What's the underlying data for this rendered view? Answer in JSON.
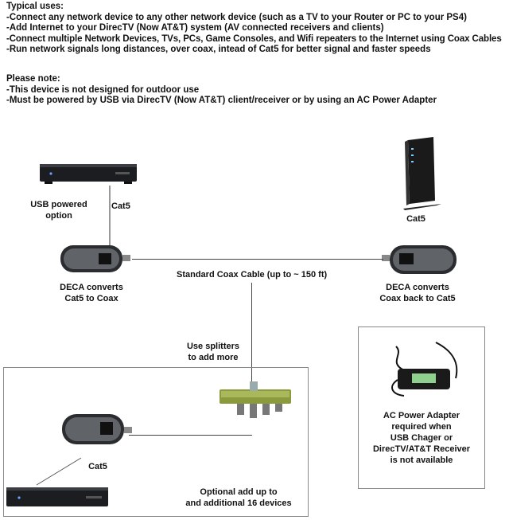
{
  "intro": {
    "heading": "Typical uses:",
    "uses": [
      "-Connect any network device to any other network device (such as a TV to your Router or PC to your PS4)",
      "-Add Internet to your DirecTV (Now AT&T) system (AV connected receivers and clients)",
      "-Connect multiple Network Devices, TVs, PCs, Game Consoles, and Wifi repeaters to the Internet using Coax Cables",
      "-Run network signals long distances, over coax, intead of Cat5 for better signal and faster speeds"
    ],
    "note_heading": "Please note:",
    "notes": [
      "-This device is not designed for outdoor use",
      "-Must be powered by USB via DirecTV (Now AT&T) client/receiver or by using an AC Power Adapter"
    ]
  },
  "diagram": {
    "usb_powered_line1": "USB powered",
    "usb_powered_line2": "option",
    "cat5_top_left": "Cat5",
    "cat5_router": "Cat5",
    "deca_left_line1": "DECA converts",
    "deca_left_line2": "Cat5 to Coax",
    "coax_cable": "Standard Coax Cable (up to ~ 150 ft)",
    "deca_right_line1": "DECA converts",
    "deca_right_line2": "Coax back to Cat5",
    "splitters_line1": "Use splitters",
    "splitters_line2": "to add more",
    "cat5_bottom": "Cat5",
    "optional_line1": "Optional add up to",
    "optional_line2": "and additional 16 devices",
    "adapter_line1": "AC Power Adapter",
    "adapter_line2": "required when",
    "adapter_line3": "USB Chager or",
    "adapter_line4": "DirecTV/AT&T Receiver",
    "adapter_line5": "is not available"
  }
}
